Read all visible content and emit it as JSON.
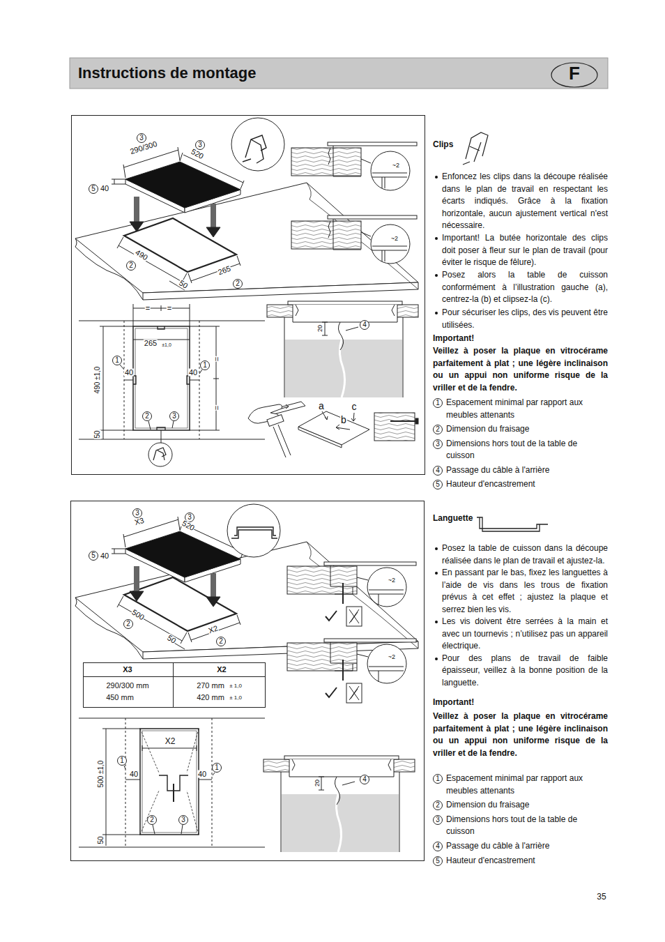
{
  "diagram": {
    "title": "Instructions de montage",
    "nodes": [
      {
        "text": [
          "F"
        ]
      }
    ],
    "labels": [
      "3",
      "290/300",
      "3",
      "520",
      "5",
      "40",
      "490",
      "2",
      "265",
      "2",
      "50",
      "=",
      "=",
      "265",
      "±1,0",
      "1",
      "40",
      "40",
      "1",
      "490 ±1,0",
      "=",
      "=",
      "2",
      "3",
      "50",
      "~2",
      "~2",
      "20",
      "4",
      "a",
      "c",
      "b",
      "Clips",
      "Enfoncez les clips dans la découpe réalisée dans le plan de travail en respectant les écarts indiqués. Grâce à la fixation horizontale, aucun ajustement vertical n'est nécessaire.",
      "Important! La butée horizontale des clips doit poser à fleur sur le plan de travail (pour éviter le risque de fêlure).",
      "Posez alors la table de cuisson conformément à l’illustration gauche (a), centrez-la (b) et clipsez-la (c).",
      "Pour sécuriser les clips, des vis peuvent être utilisées.",
      "Important!",
      "Veillez à poser la plaque en vitrocérame parfaitement à plat ; une légère inclinaison ou un appui non uniforme risque de la vriller et de la fendre.",
      "1",
      "Espacement minimal par rapport aux meubles attenants",
      "2",
      "Dimension du fraisage",
      "3",
      "Dimensions hors tout de la table de cuisson",
      "4",
      "Passage du câble à l'arrière",
      "5",
      "Hauteur d'encastrement",
      "3",
      "X3",
      "3",
      "520",
      "5",
      "40",
      "500",
      "2",
      "50",
      "X2",
      "2",
      "X3",
      "X2",
      "290/300 mm",
      "270 mm",
      "± 1,0",
      "450 mm",
      "420 mm",
      "± 1,0",
      "X2",
      "1",
      "40",
      "40",
      "1",
      "500 ±1,0",
      "2",
      "3",
      "50",
      "~2",
      "~2",
      "20",
      "4",
      "Languette",
      "Posez la table de cuisson dans la découpe réalisée dans le plan de travail et ajustez-la.",
      "En passant par le bas, fixez les languettes à l’aide de vis dans les trous de fixation prévus à cet effet ; ajustez la plaque et serrez bien les vis.",
      "Les vis doivent être serrées à la main et avec un tournevis ; n’utilisez pas un appareil électrique.",
      "Pour des plans de travail de faible épaisseur, veillez à la bonne position de la languette.",
      "Important!",
      "Veillez à poser la plaque en vitrocérame parfaitement à plat ; une légère inclinaison ou un appui non uniforme risque de la vriller et de la fendre.",
      "1",
      "Espacement minimal par rapport aux meubles attenants",
      "2",
      "Dimension du fraisage",
      "3",
      "Dimensions hors tout de la table de cuisson",
      "4",
      "Passage du câble à l'arrière",
      "5",
      "Hauteur d'encastrement",
      "35"
    ]
  }
}
